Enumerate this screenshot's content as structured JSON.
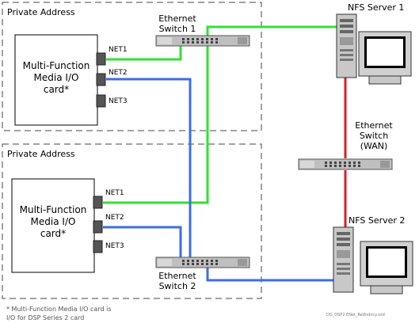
{
  "regions": [
    {
      "label": "Private Address"
    },
    {
      "label": "Private Address"
    }
  ],
  "cards": [
    {
      "lines": [
        "Multi-Function",
        "Media I/O",
        "card*"
      ],
      "ports": [
        "NET1",
        "NET2",
        "NET3"
      ]
    },
    {
      "lines": [
        "Multi-Function",
        "Media I/O",
        "card*"
      ],
      "ports": [
        "NET1",
        "NET2",
        "NET3"
      ]
    }
  ],
  "switches": {
    "switch1": {
      "line1": "Ethernet",
      "line2": "Switch 1"
    },
    "switch2": {
      "line1": "Ethernet",
      "line2": "Switch 2"
    },
    "wan": {
      "line1": "Ethernet",
      "line2": "Switch",
      "line3": "(WAN)"
    }
  },
  "servers": {
    "server1": "NFS Server 1",
    "server2": "NFS Server 2"
  },
  "footnote": {
    "line1": "* Multi-Function Media I/O card is",
    "line2": "I/O for DSP Series 2 card"
  },
  "file_label": "DG_DSP2 ENet_Redndncy.vsd",
  "colors": {
    "green": "#33e033",
    "blue": "#3c6ee6",
    "red": "#e01e1e",
    "dash": "#444444"
  }
}
